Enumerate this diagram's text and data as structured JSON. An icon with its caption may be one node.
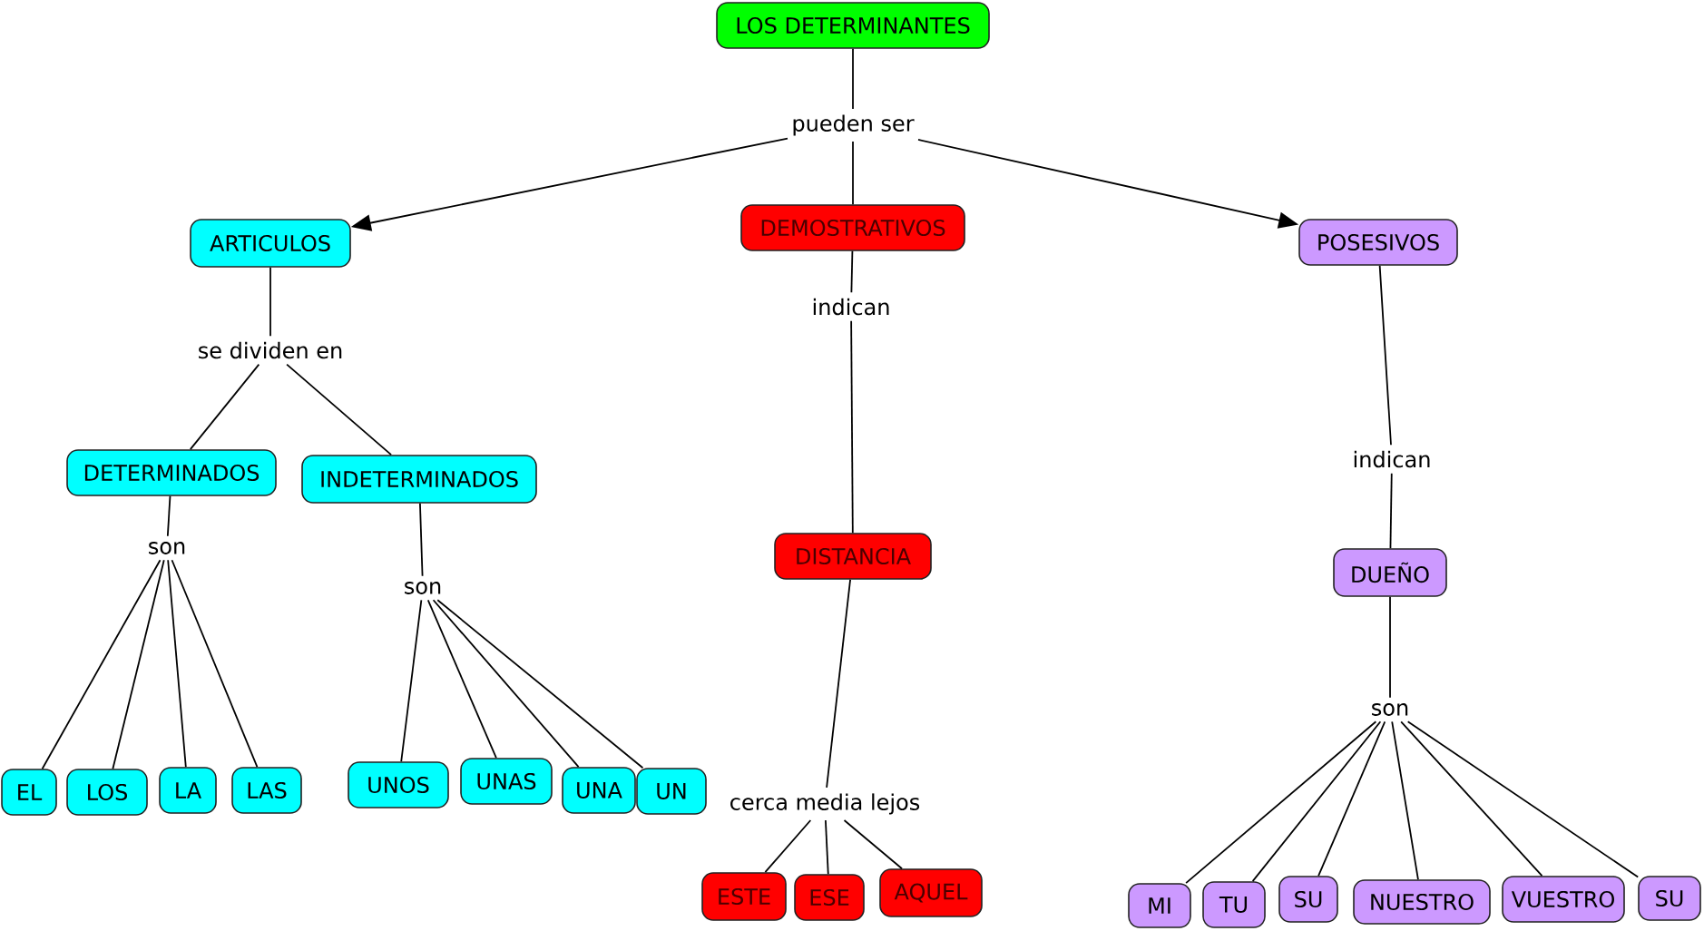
{
  "diagram": {
    "nodes": [
      {
        "text": [
          "LOS DETERMINANTES"
        ]
      },
      {
        "text": [
          "pueden ser"
        ]
      },
      {
        "text": [
          "ARTICULOS"
        ]
      },
      {
        "text": [
          "DEMOSTRATIVOS"
        ]
      },
      {
        "text": [
          "POSESIVOS"
        ]
      },
      {
        "text": [
          "se dividen en"
        ]
      },
      {
        "text": [
          "indican"
        ]
      },
      {
        "text": [
          "DETERMINADOS"
        ]
      },
      {
        "text": [
          "INDETERMINADOS"
        ]
      },
      {
        "text": [
          "indican"
        ]
      },
      {
        "text": [
          "son"
        ]
      },
      {
        "text": [
          "DISTANCIA"
        ]
      },
      {
        "text": [
          "son"
        ]
      },
      {
        "text": [
          "DUEÑO"
        ]
      },
      {
        "text": [
          "son"
        ]
      },
      {
        "text": [
          "EL"
        ]
      },
      {
        "text": [
          "LOS"
        ]
      },
      {
        "text": [
          "LA"
        ]
      },
      {
        "text": [
          "LAS"
        ]
      },
      {
        "text": [
          "UNOS"
        ]
      },
      {
        "text": [
          "UNAS"
        ]
      },
      {
        "text": [
          "UNA"
        ]
      },
      {
        "text": [
          "UN"
        ]
      },
      {
        "text": [
          "cerca media lejos"
        ]
      },
      {
        "text": [
          "ESTE"
        ]
      },
      {
        "text": [
          "ESE"
        ]
      },
      {
        "text": [
          "AQUEL"
        ]
      },
      {
        "text": [
          "MI"
        ]
      },
      {
        "text": [
          "TU"
        ]
      },
      {
        "text": [
          "SU"
        ]
      },
      {
        "text": [
          "NUESTRO"
        ]
      },
      {
        "text": [
          "VUESTRO"
        ]
      },
      {
        "text": [
          "SU"
        ]
      }
    ],
    "edges": [
      {
        "from": 0,
        "to": 1,
        "arrow": "none"
      },
      {
        "from": 1,
        "to": 2,
        "arrow": "to"
      },
      {
        "from": 1,
        "to": 3,
        "arrow": "none"
      },
      {
        "from": 1,
        "to": 4,
        "arrow": "to"
      },
      {
        "from": 2,
        "to": 5,
        "arrow": "none"
      },
      {
        "from": 5,
        "to": 7,
        "arrow": "none"
      },
      {
        "from": 5,
        "to": 8,
        "arrow": "none"
      },
      {
        "from": 7,
        "to": 10,
        "arrow": "none"
      },
      {
        "from": 10,
        "to": 15,
        "arrow": "none"
      },
      {
        "from": 10,
        "to": 16,
        "arrow": "none"
      },
      {
        "from": 10,
        "to": 17,
        "arrow": "none"
      },
      {
        "from": 10,
        "to": 18,
        "arrow": "none"
      },
      {
        "from": 8,
        "to": 12,
        "arrow": "none"
      },
      {
        "from": 12,
        "to": 19,
        "arrow": "none"
      },
      {
        "from": 12,
        "to": 20,
        "arrow": "none"
      },
      {
        "from": 12,
        "to": 21,
        "arrow": "none"
      },
      {
        "from": 12,
        "to": 22,
        "arrow": "none"
      },
      {
        "from": 3,
        "to": 6,
        "arrow": "none"
      },
      {
        "from": 6,
        "to": 11,
        "arrow": "none"
      },
      {
        "from": 11,
        "to": 23,
        "arrow": "none"
      },
      {
        "from": 23,
        "to": 24,
        "arrow": "none"
      },
      {
        "from": 23,
        "to": 25,
        "arrow": "none"
      },
      {
        "from": 23,
        "to": 26,
        "arrow": "none"
      },
      {
        "from": 4,
        "to": 9,
        "arrow": "none"
      },
      {
        "from": 9,
        "to": 13,
        "arrow": "none"
      },
      {
        "from": 13,
        "to": 14,
        "arrow": "none"
      },
      {
        "from": 14,
        "to": 27,
        "arrow": "none"
      },
      {
        "from": 14,
        "to": 28,
        "arrow": "none"
      },
      {
        "from": 14,
        "to": 29,
        "arrow": "none"
      },
      {
        "from": 14,
        "to": 30,
        "arrow": "none"
      },
      {
        "from": 14,
        "to": 31,
        "arrow": "none"
      },
      {
        "from": 14,
        "to": 32,
        "arrow": "none"
      }
    ]
  }
}
